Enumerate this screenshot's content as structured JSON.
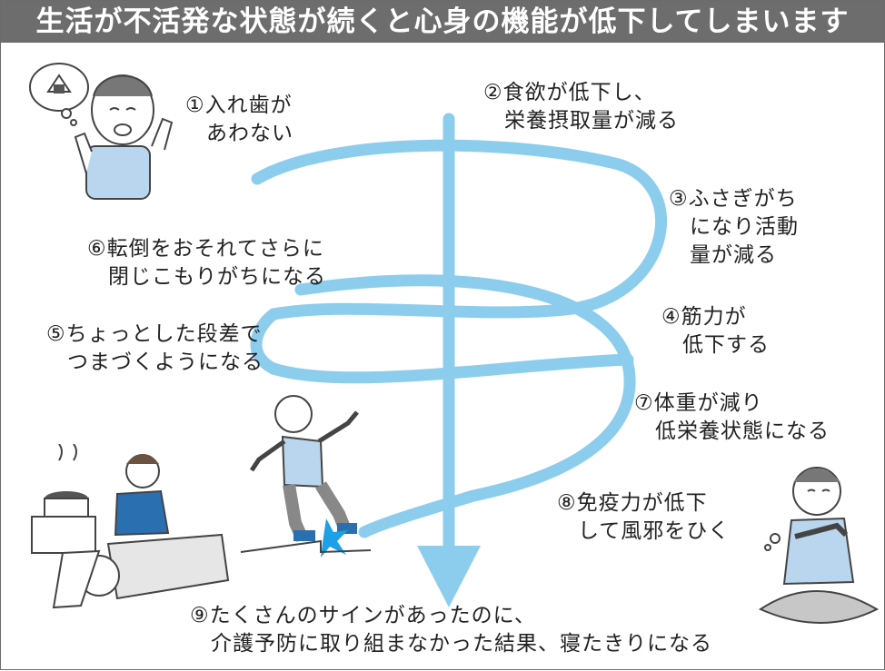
{
  "title": "生活が不活発な状態が続くと心身の機能が低下してしまいます",
  "colors": {
    "title_bg": "#6d6d6d",
    "arrow": "#8ccdee",
    "text": "#222222"
  },
  "steps": [
    {
      "lines": [
        "①入れ歯が",
        "あわない"
      ]
    },
    {
      "lines": [
        "②食欲が低下し、",
        "栄養摂取量が減る"
      ]
    },
    {
      "lines": [
        "③ふさぎがち",
        "になり活動",
        "量が減る"
      ]
    },
    {
      "lines": [
        "④筋力が",
        "低下する"
      ]
    },
    {
      "lines": [
        "⑤ちょっとした段差で",
        "つまづくようになる"
      ]
    },
    {
      "lines": [
        "⑥転倒をおそれてさらに",
        "閉じこもりがちになる"
      ]
    },
    {
      "lines": [
        "⑦体重が減り",
        "低栄養状態になる"
      ]
    },
    {
      "lines": [
        "⑧免疫力が低下",
        "して風邪をひく"
      ]
    },
    {
      "lines": [
        "⑨たくさんのサインがあったのに、",
        "介護予防に取り組まなかった結果、寝たきりになる"
      ]
    }
  ],
  "illustrations": [
    "elderly-man-loose-dentures",
    "elderly-man-falling-on-step",
    "bedridden-person-with-caregiver",
    "elderly-man-with-cold"
  ]
}
